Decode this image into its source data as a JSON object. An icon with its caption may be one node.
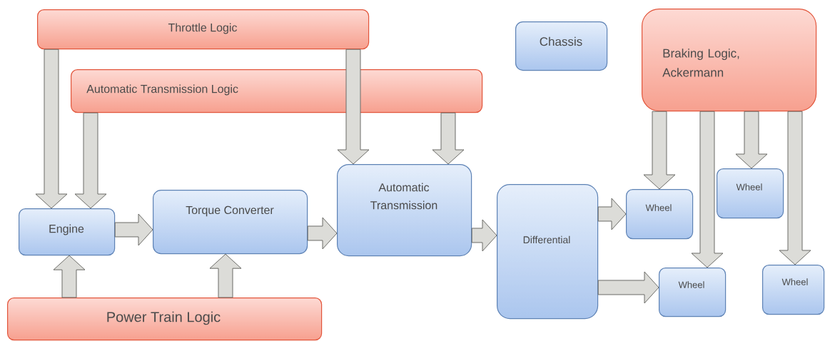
{
  "diagram": {
    "nodes": [
      {
        "text": [
          "Throttle Logic"
        ]
      },
      {
        "text": [
          "Chassis"
        ]
      },
      {
        "text": [
          "Braking Logic, Ackermann"
        ]
      },
      {
        "text": [
          "Automatic Transmission Logic"
        ]
      },
      {
        "text": [
          "Wheel"
        ]
      },
      {
        "text": [
          "Automatic Transmission"
        ]
      },
      {
        "text": [
          "Wheel"
        ]
      },
      {
        "text": [
          "Engine"
        ]
      },
      {
        "text": [
          "Torque Converter"
        ]
      },
      {
        "text": [
          "Differential"
        ]
      },
      {
        "text": [
          "Wheel"
        ]
      },
      {
        "text": [
          "Wheel"
        ]
      },
      {
        "text": [
          "Power Train Logic"
        ]
      }
    ],
    "edges": [
      {
        "from": 0,
        "to": 7,
        "arrow": "to"
      },
      {
        "from": 3,
        "to": 7,
        "arrow": "to"
      },
      {
        "from": 0,
        "to": 5,
        "arrow": "to"
      },
      {
        "from": 3,
        "to": 5,
        "arrow": "to"
      },
      {
        "from": 12,
        "to": 7,
        "arrow": "to"
      },
      {
        "from": 12,
        "to": 8,
        "arrow": "to"
      },
      {
        "from": 7,
        "to": 8,
        "arrow": "to"
      },
      {
        "from": 8,
        "to": 5,
        "arrow": "to"
      },
      {
        "from": 5,
        "to": 9,
        "arrow": "to"
      },
      {
        "from": 9,
        "to": 6,
        "arrow": "to"
      },
      {
        "from": 9,
        "to": 10,
        "arrow": "to"
      },
      {
        "from": 2,
        "to": 6,
        "arrow": "to"
      },
      {
        "from": 2,
        "to": 10,
        "arrow": "to"
      },
      {
        "from": 2,
        "to": 4,
        "arrow": "to"
      },
      {
        "from": 2,
        "to": 11,
        "arrow": "to"
      }
    ]
  }
}
